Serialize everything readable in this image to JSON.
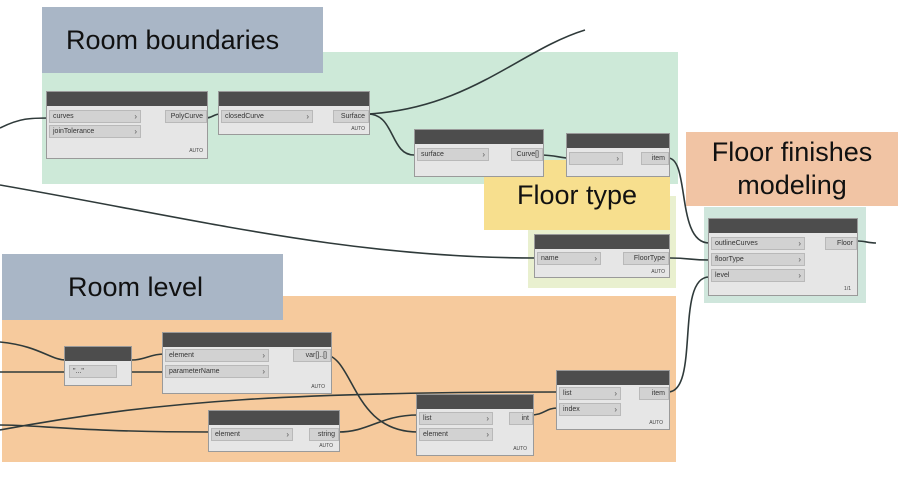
{
  "groups": {
    "room_boundaries": {
      "title": "Room boundaries",
      "color": "#cbe8d7",
      "title_color": "#a9b6c6"
    },
    "floor_type": {
      "title": "Floor type",
      "color": "#eaf1cf",
      "title_color": "#f7df8e"
    },
    "floor_finishes": {
      "title": "Floor finishes modeling",
      "color": "#cfe5dc",
      "title_color": "#f1c4a4"
    },
    "room_level": {
      "title": "Room level",
      "color": "#f6c99c",
      "title_color": "#a9b6c6"
    }
  },
  "nodes": {
    "polycurve": {
      "in1": "curves",
      "in2": "joinTolerance",
      "out": "PolyCurve",
      "footer": "AUTO"
    },
    "patch": {
      "in1": "closedCurve",
      "out": "Surface",
      "footer": "AUTO"
    },
    "perimeter": {
      "in1": "surface",
      "out": "Curve[]"
    },
    "gettype": {
      "in1": "",
      "out": "item"
    },
    "floortype": {
      "in1": "name",
      "out": "FloorType",
      "footer": "AUTO"
    },
    "floorcreate": {
      "in1": "outlineCurves",
      "in2": "floorType",
      "in3": "level",
      "out": "Floor",
      "footer": "1/1"
    },
    "string": {
      "text": "\"...\""
    },
    "getparam": {
      "in1": "element",
      "in2": "parameterName",
      "out": "var[]..[]",
      "footer": "AUTO"
    },
    "tostring": {
      "in1": "element",
      "out": "string",
      "footer": "AUTO"
    },
    "indexof": {
      "in1": "list",
      "in2": "element",
      "out": "int",
      "footer": "AUTO"
    },
    "getitem": {
      "in1": "list",
      "in2": "index",
      "out": "item",
      "footer": "AUTO"
    }
  }
}
